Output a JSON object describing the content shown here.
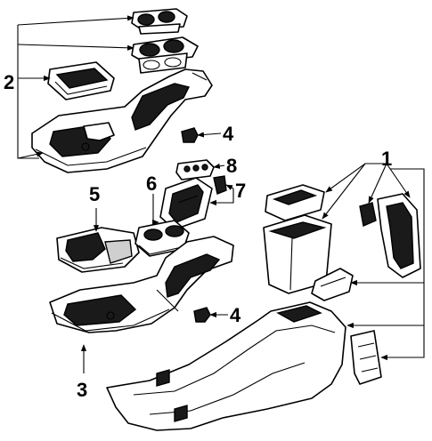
{
  "diagram": {
    "callouts": [
      {
        "id": "1",
        "label": "1"
      },
      {
        "id": "2",
        "label": "2"
      },
      {
        "id": "3",
        "label": "3"
      },
      {
        "id": "4a",
        "label": "4"
      },
      {
        "id": "4b",
        "label": "4"
      },
      {
        "id": "5",
        "label": "5"
      },
      {
        "id": "6",
        "label": "6"
      },
      {
        "id": "7",
        "label": "7"
      },
      {
        "id": "8",
        "label": "8"
      }
    ]
  }
}
